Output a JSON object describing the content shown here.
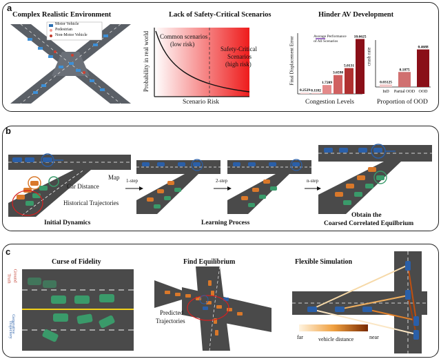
{
  "panel_a": {
    "label": "a",
    "env": {
      "title": "Complex Realistic Environment",
      "legend": [
        {
          "label": "Motor Vehicle",
          "color": "#2d6fb0"
        },
        {
          "label": "Pedestrian",
          "color": "#f29b91"
        },
        {
          "label": "Non-Motor Vehicle",
          "color": "#c0392b"
        }
      ]
    },
    "risk": {
      "title": "Lack of Safety-Critical Scenarios",
      "ylabel": "Probability in real world",
      "xlabel": "Scenario Risk",
      "common": "Common scenarios",
      "common_sub": "(low risk)",
      "critical": "Safety-Critical",
      "critical_2": "Scenarios",
      "critical_sub": "(high risk)"
    },
    "hinder": {
      "title": "Hinder AV Development",
      "fde": {
        "ylabel": "Final Displacement Error",
        "legend": "Average Performance of All Scenarios",
        "xlabel": "Congestion Levels",
        "labels": [
          "0.2529",
          "0.1182",
          "1.7209",
          "3.6598",
          "5.0131",
          "10.6625"
        ],
        "values": [
          0.2529,
          0.1182,
          1.7209,
          3.6598,
          5.0131,
          10.6625
        ]
      },
      "crash": {
        "ylabel": "crash rate",
        "xlabel": "Proportion of OOD",
        "categories": [
          "InD",
          "Partial OOD",
          "OOD"
        ],
        "labels": [
          "0.03125",
          "0.1875",
          "0.4688"
        ],
        "values": [
          0.03125,
          0.1875,
          0.4688
        ]
      }
    }
  },
  "panel_b": {
    "label": "b",
    "map": "Map",
    "car_distance": "Car Distance",
    "historical": "Historical Trajectories",
    "initial": "Initial Dynamics",
    "step1": "1-step",
    "step2": "2-step",
    "stepn": "n-step",
    "learning": "Learning Process",
    "obtain": "Obtain the",
    "equilibrium": "Coarsed Correlated Equilbrium"
  },
  "panel_c": {
    "label": "c",
    "fidelity": "Curse of Fidelity",
    "ground": "Ground",
    "truth": "Truth",
    "generative": "Generative",
    "trajectory": "Trajectory",
    "find": "Find Equilibrium",
    "predicted": "Predicted",
    "trajectories": "Trajectories",
    "flexible": "Flexible Simulation",
    "far": "far",
    "vdist": "vehicle distance",
    "near": "near"
  },
  "colors": {
    "road": "#4a4a4a",
    "blue_car": "#2a5fa8",
    "green_car": "#3a9a6a",
    "orange_car": "#d9782a",
    "red": "#d62020"
  }
}
